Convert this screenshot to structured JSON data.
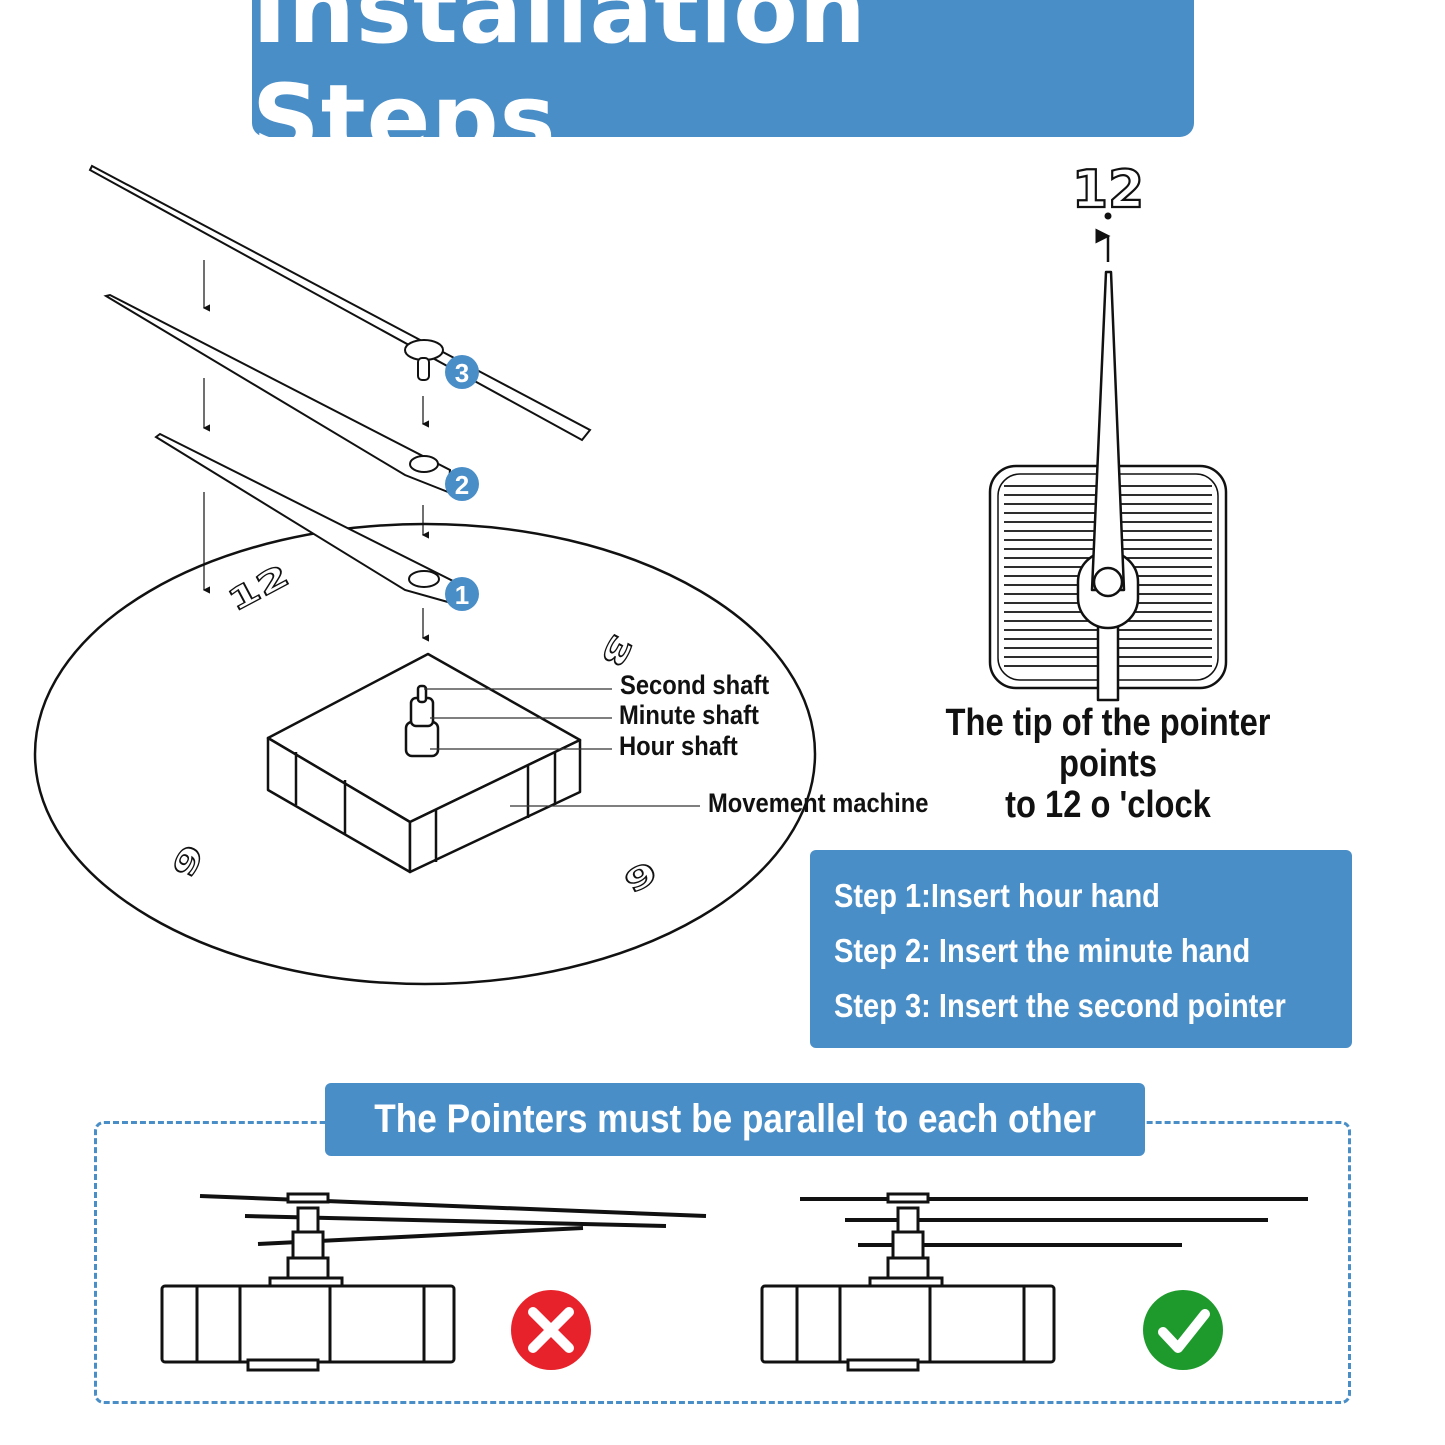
{
  "title": "Installation Steps",
  "hand_markers": [
    "1",
    "2",
    "3"
  ],
  "dial_numbers": [
    "12",
    "3",
    "6",
    "9"
  ],
  "shaft_labels": [
    "Second shaft",
    "Minute shaft",
    "Hour shaft"
  ],
  "movement_label": "Movement machine",
  "top_number": "12",
  "tip_caption_line1": "The tip of the pointer points",
  "tip_caption_line2": "to 12 o 'clock",
  "steps": [
    "Step 1:Insert hour hand",
    "Step 2: Insert the minute hand",
    "Step 3: Insert the second pointer"
  ],
  "parallel_note": "The Pointers must be parallel to each other",
  "icons": [
    "wrong-icon",
    "correct-icon"
  ],
  "colors": {
    "accent_blue": "#4a8ec8",
    "wrong_red": "#e8222a",
    "correct_green": "#1e9a2c"
  }
}
